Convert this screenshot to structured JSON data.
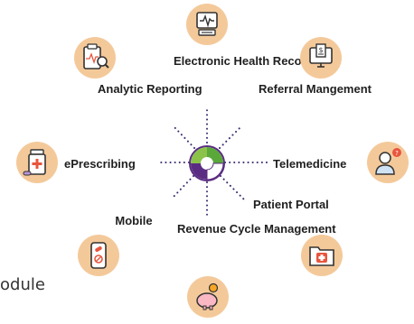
{
  "diagram": {
    "modules": [
      {
        "id": "ehr",
        "label": "Electronic Health Records",
        "icon": "monitor-heartbeat-icon"
      },
      {
        "id": "referral",
        "label": "Referral Mangement",
        "icon": "computer-invoice-icon"
      },
      {
        "id": "telemedicine",
        "label": "Telemedicine",
        "icon": "doctor-question-icon"
      },
      {
        "id": "portal",
        "label": "Patient Portal",
        "icon": "folder-medical-icon"
      },
      {
        "id": "revenue",
        "label": "Revenue Cycle Management",
        "icon": "piggy-bank-icon"
      },
      {
        "id": "mobile",
        "label": "Mobile",
        "icon": "phone-pills-icon"
      },
      {
        "id": "eprescribing",
        "label": "ePrescribing",
        "icon": "pill-bottle-icon"
      },
      {
        "id": "analytics",
        "label": "Analytic Reporting",
        "icon": "clipboard-magnifier-icon"
      }
    ],
    "partial_text": "odule",
    "colors": {
      "icon_bg": "#f4c99a",
      "hub_green": "#5aa83a",
      "hub_purple": "#5b2d82",
      "dots": "#3a2a6e"
    }
  }
}
